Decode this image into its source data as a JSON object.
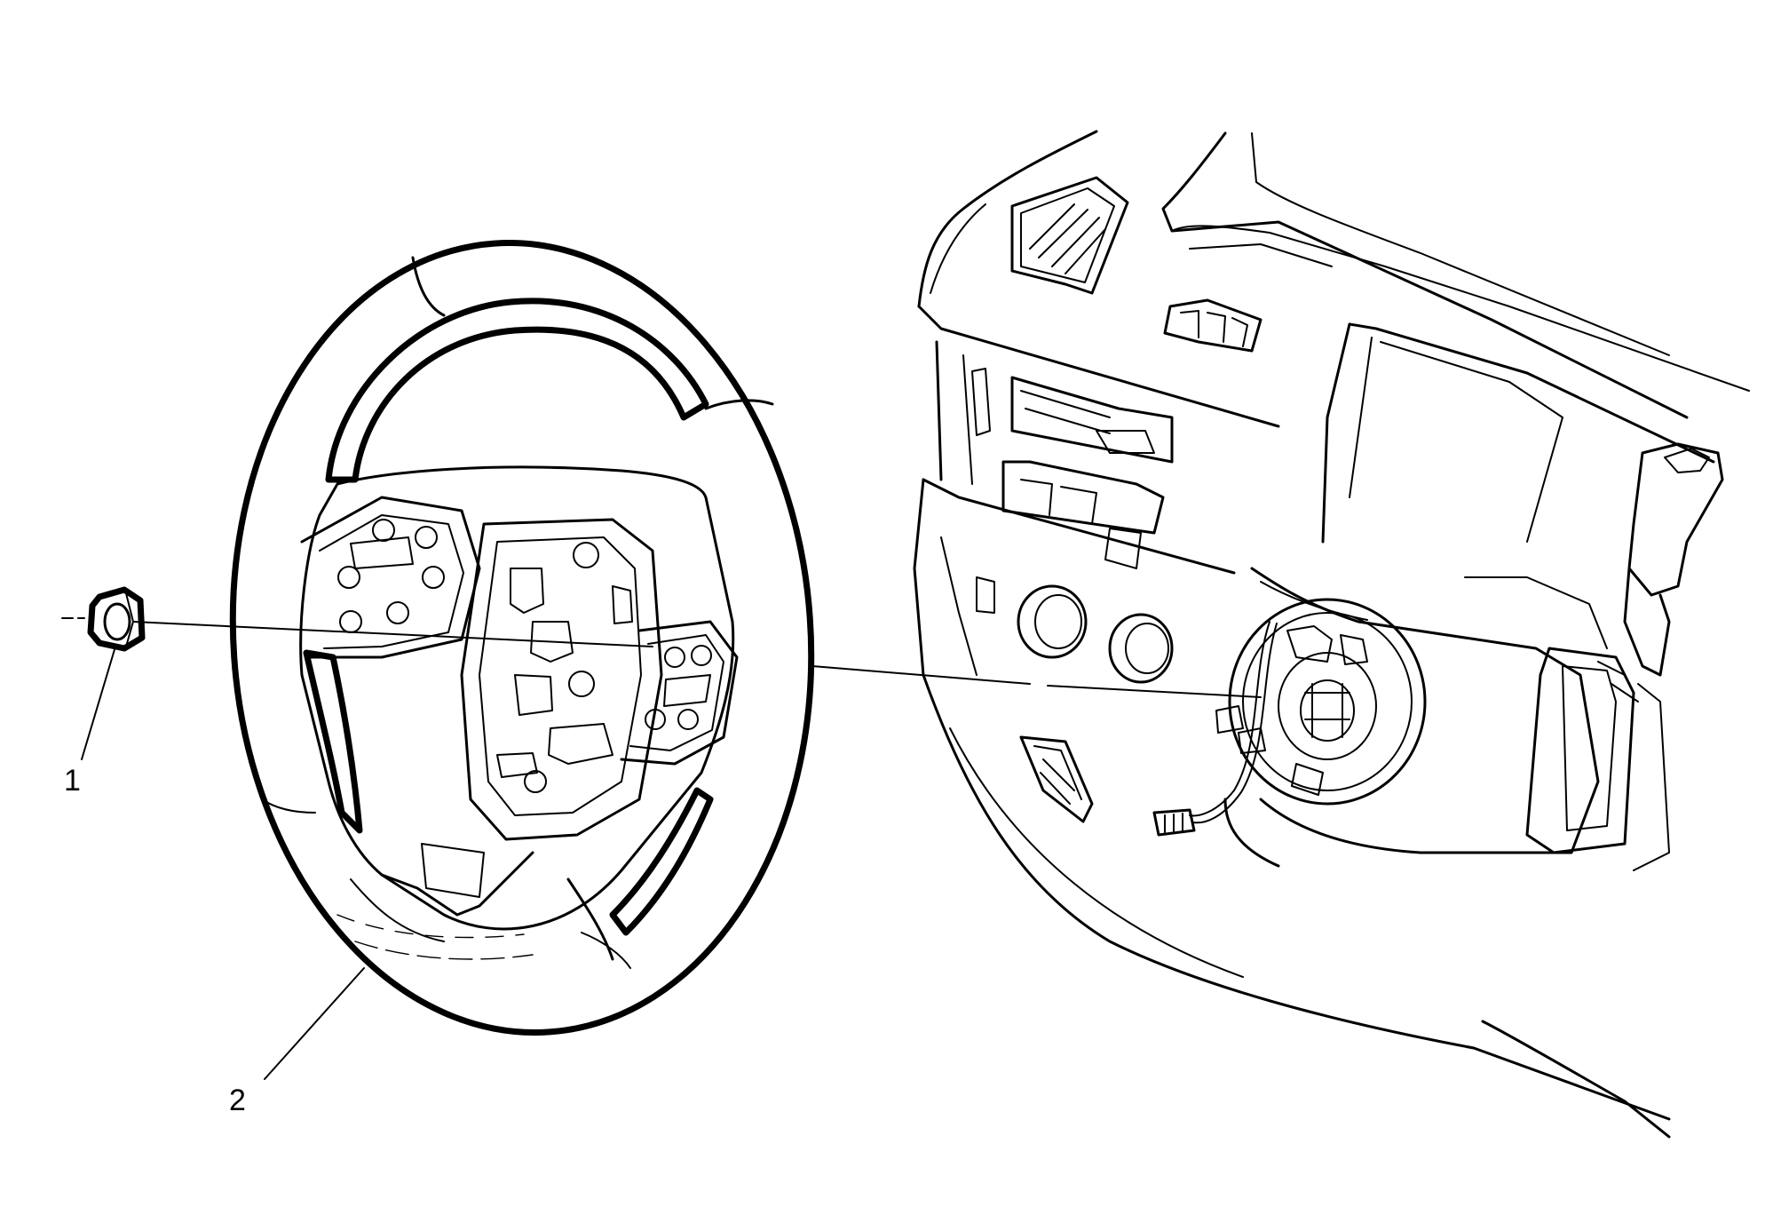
{
  "callouts": [
    {
      "id": "1",
      "label": "1"
    },
    {
      "id": "2",
      "label": "2"
    }
  ],
  "colors": {
    "line": "#000000",
    "background": "#ffffff"
  },
  "parts": [
    "steering-wheel-nut",
    "steering-wheel",
    "steering-column",
    "instrument-panel"
  ]
}
